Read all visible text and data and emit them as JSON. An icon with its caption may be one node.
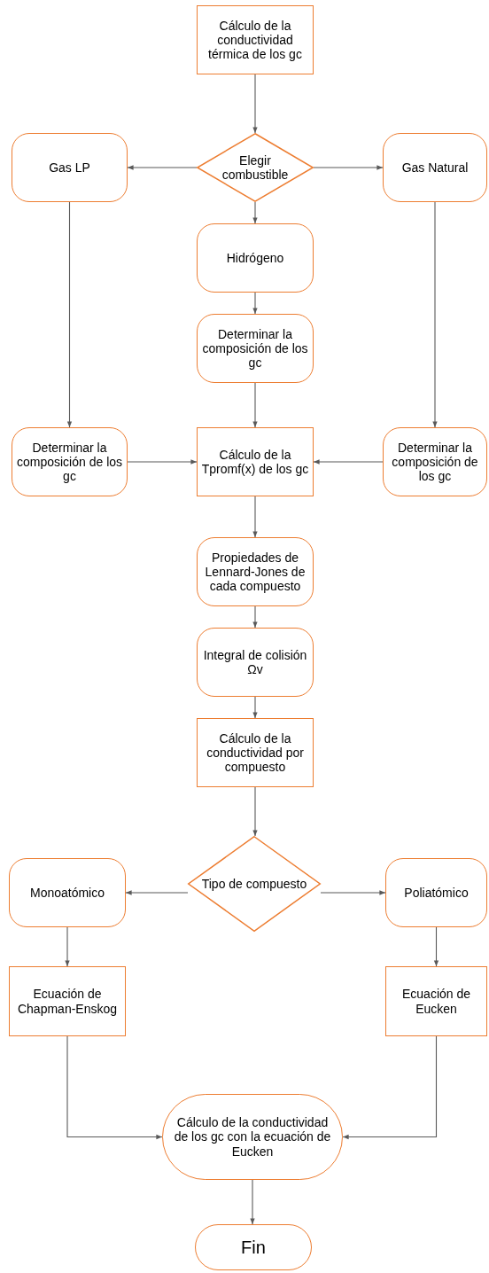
{
  "diagram": {
    "nodes": [
      {
        "text": [
          "Cálculo de la conductividad térmica de los gc"
        ]
      },
      {
        "text": [
          "Elegir combustible"
        ]
      },
      {
        "text": [
          "Gas LP"
        ]
      },
      {
        "text": [
          "Gas Natural"
        ]
      },
      {
        "text": [
          "Hidrógeno"
        ]
      },
      {
        "text": [
          "Determinar la composición de los gc"
        ]
      },
      {
        "text": [
          "Determinar la composición de los gc"
        ]
      },
      {
        "text": [
          "Cálculo de la Tpromf(x) de los gc"
        ]
      },
      {
        "text": [
          "Determinar la composición de los gc"
        ]
      },
      {
        "text": [
          "Propiedades de Lennard-Jones de cada compuesto"
        ]
      },
      {
        "text": [
          "Integral de colisión Ωv"
        ]
      },
      {
        "text": [
          "Cálculo de la conductividad por compuesto"
        ]
      },
      {
        "text": [
          "Tipo de compuesto"
        ]
      },
      {
        "text": [
          "Monoatómico"
        ]
      },
      {
        "text": [
          "Poliatómico"
        ]
      },
      {
        "text": [
          "Ecuación de Chapman-Enskog"
        ]
      },
      {
        "text": [
          "Ecuación de Eucken"
        ]
      },
      {
        "text": [
          "Cálculo de la conductividad de los gc con la ecuación de Eucken"
        ]
      },
      {
        "text": [
          "Fin"
        ]
      }
    ],
    "edges": [
      {
        "from": 0,
        "to": 1,
        "arrow": "to"
      },
      {
        "from": 1,
        "to": 2,
        "arrow": "to"
      },
      {
        "from": 1,
        "to": 3,
        "arrow": "to"
      },
      {
        "from": 1,
        "to": 4,
        "arrow": "to"
      },
      {
        "from": 4,
        "to": 5,
        "arrow": "to"
      },
      {
        "from": 5,
        "to": 7,
        "arrow": "to"
      },
      {
        "from": 2,
        "to": 6,
        "arrow": "to"
      },
      {
        "from": 3,
        "to": 8,
        "arrow": "to"
      },
      {
        "from": 6,
        "to": 7,
        "arrow": "to"
      },
      {
        "from": 8,
        "to": 7,
        "arrow": "to"
      },
      {
        "from": 7,
        "to": 9,
        "arrow": "to"
      },
      {
        "from": 9,
        "to": 10,
        "arrow": "to"
      },
      {
        "from": 10,
        "to": 11,
        "arrow": "to"
      },
      {
        "from": 11,
        "to": 12,
        "arrow": "to"
      },
      {
        "from": 12,
        "to": 13,
        "arrow": "to"
      },
      {
        "from": 12,
        "to": 14,
        "arrow": "to"
      },
      {
        "from": 13,
        "to": 15,
        "arrow": "to"
      },
      {
        "from": 14,
        "to": 16,
        "arrow": "to"
      },
      {
        "from": 15,
        "to": 17,
        "arrow": "to"
      },
      {
        "from": 16,
        "to": 17,
        "arrow": "to"
      },
      {
        "from": 17,
        "to": 18,
        "arrow": "to"
      }
    ]
  }
}
